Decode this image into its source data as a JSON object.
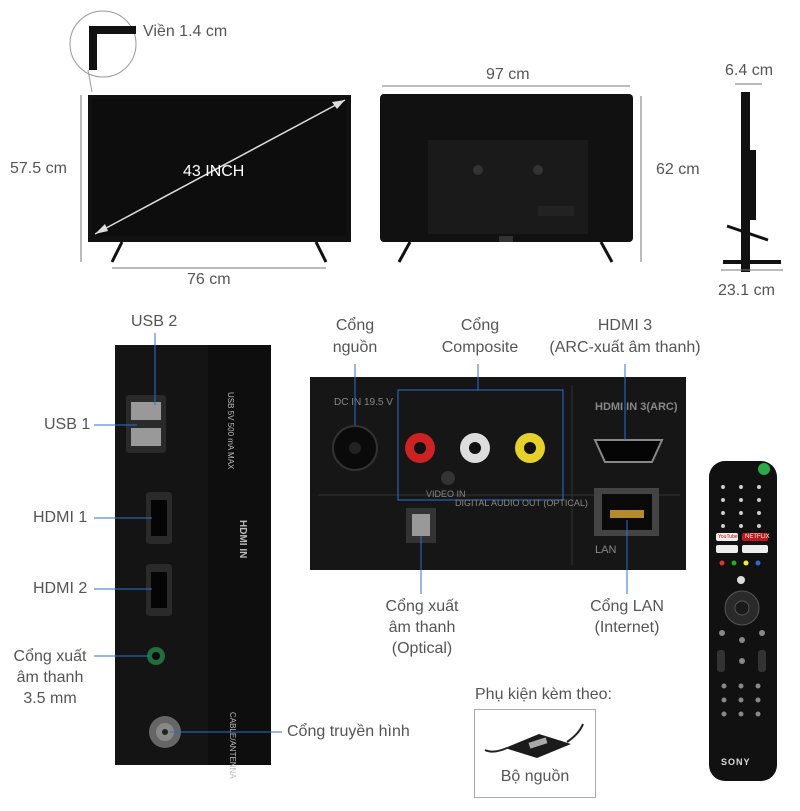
{
  "top_dimensions": {
    "bezel": "Viền 1.4 cm",
    "front_height": "57.5 cm",
    "screen_size": "43 INCH",
    "front_width": "76 cm",
    "back_width": "97 cm",
    "back_height": "62 cm",
    "side_depth_top": "6.4 cm",
    "side_depth_bottom": "23.1 cm"
  },
  "side_ports": {
    "usb2": "USB 2",
    "usb1": "USB 1",
    "hdmi1": "HDMI 1",
    "hdmi2": "HDMI 2",
    "audio_line1": "Cổng xuất",
    "audio_line2": "âm thanh",
    "audio_line3": "3.5 mm",
    "antenna": "Cổng truyền hình"
  },
  "rear_ports": {
    "power_line1": "Cổng",
    "power_line2": "nguồn",
    "composite_line1": "Cổng",
    "composite_line2": "Composite",
    "hdmi3_line1": "HDMI 3",
    "hdmi3_line2": "(ARC-xuất âm thanh)",
    "optical_line1": "Cổng xuất",
    "optical_line2": "âm thanh",
    "optical_line3": "(Optical)",
    "lan_line1": "Cổng LAN",
    "lan_line2": "(Internet)"
  },
  "accessories": {
    "heading": "Phụ kiện kèm theo:",
    "power_adapter": "Bộ nguồn"
  },
  "remote": {
    "brand": "SONY",
    "netflix": "NETFLIX",
    "youtube": "YouTube"
  }
}
